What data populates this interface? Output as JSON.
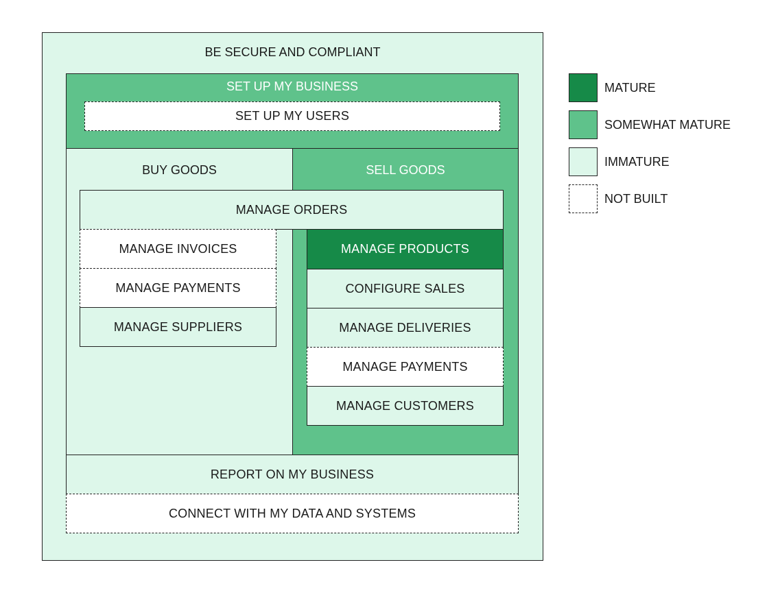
{
  "outer": {
    "label": "BE SECURE AND COMPLIANT"
  },
  "setup_business": {
    "label": "SET UP MY BUSINESS"
  },
  "setup_users": {
    "label": "SET UP MY USERS"
  },
  "buy_goods": {
    "label": "BUY GOODS",
    "items": [
      "MANAGE INVOICES",
      "MANAGE PAYMENTS",
      "MANAGE SUPPLIERS"
    ]
  },
  "sell_goods": {
    "label": "SELL GOODS",
    "items": [
      "MANAGE PRODUCTS",
      "CONFIGURE SALES",
      "MANAGE DELIVERIES",
      "MANAGE PAYMENTS",
      "MANAGE CUSTOMERS"
    ]
  },
  "manage_orders": {
    "label": "MANAGE ORDERS"
  },
  "report": {
    "label": "REPORT ON MY BUSINESS"
  },
  "connect": {
    "label": "CONNECT WITH MY DATA AND SYSTEMS"
  },
  "legend": [
    {
      "label": "MATURE",
      "color": "#168a48"
    },
    {
      "label": "SOMEWHAT MATURE",
      "color": "#5fc28b"
    },
    {
      "label": "IMMATURE",
      "color": "#ddf7ea"
    },
    {
      "label": "NOT BUILT",
      "color": "#ffffff"
    }
  ],
  "colors": {
    "mature": "#168a48",
    "somewhat_mature": "#5fc28b",
    "immature": "#ddf7ea",
    "not_built": "#ffffff"
  }
}
